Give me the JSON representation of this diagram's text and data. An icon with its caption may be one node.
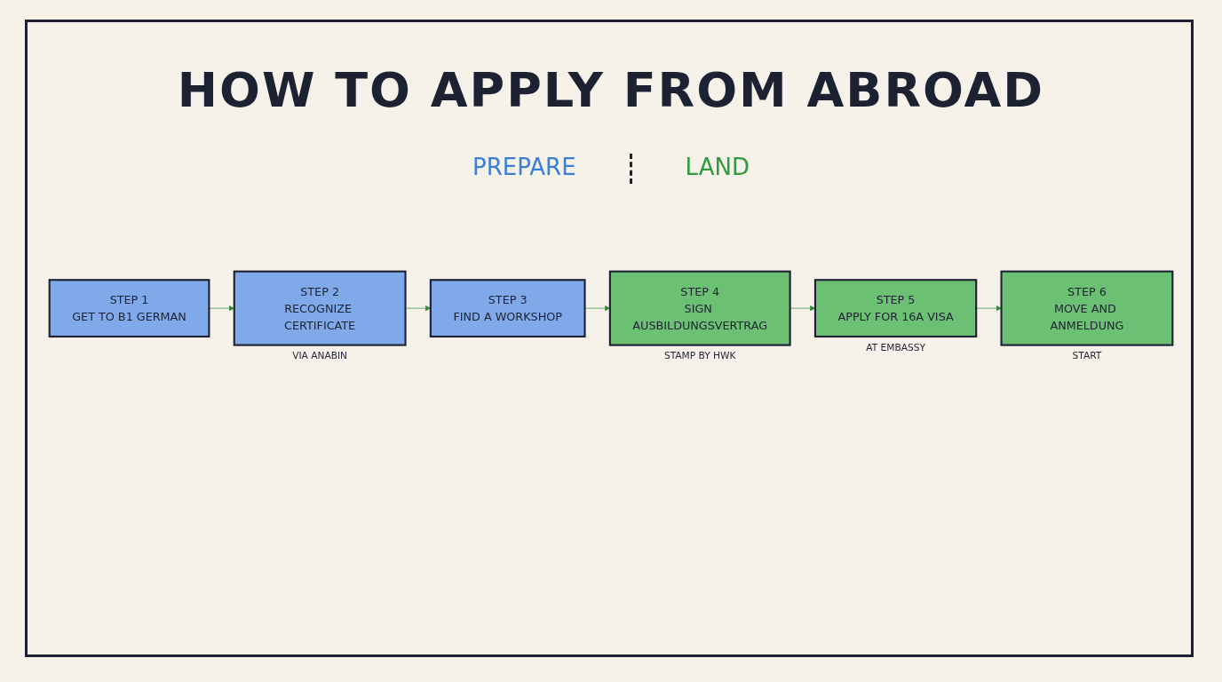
{
  "diagram": {
    "title": "HOW TO APPLY FROM ABROAD",
    "nodes": [
      {
        "text": [
          "STEP 1",
          "GET TO B1 GERMAN"
        ]
      },
      {
        "text": [
          "STEP 2",
          "RECOGNIZE CERTIFICATE"
        ],
        "beside": [
          "VIA ANABIN"
        ]
      },
      {
        "text": [
          "STEP 3",
          "FIND A WORKSHOP"
        ]
      },
      {
        "text": [
          "STEP 4",
          "SIGN AUSBILDUNGSVERTRAG"
        ],
        "beside": [
          "STAMP BY HWK"
        ]
      },
      {
        "text": [
          "STEP 5",
          "APPLY FOR 16A VISA"
        ],
        "beside": [
          "AT EMBASSY"
        ]
      },
      {
        "text": [
          "STEP 6",
          "MOVE AND ANMELDUNG"
        ],
        "beside": [
          "START"
        ]
      }
    ],
    "edges": [
      {
        "from": 0,
        "to": 1,
        "arrow": "to"
      },
      {
        "from": 1,
        "to": 2,
        "arrow": "to"
      },
      {
        "from": 2,
        "to": 3,
        "arrow": "to"
      },
      {
        "from": 3,
        "to": 4,
        "arrow": "to"
      },
      {
        "from": 4,
        "to": 5,
        "arrow": "to"
      }
    ],
    "labels": [
      "PREPARE",
      "LAND"
    ]
  }
}
